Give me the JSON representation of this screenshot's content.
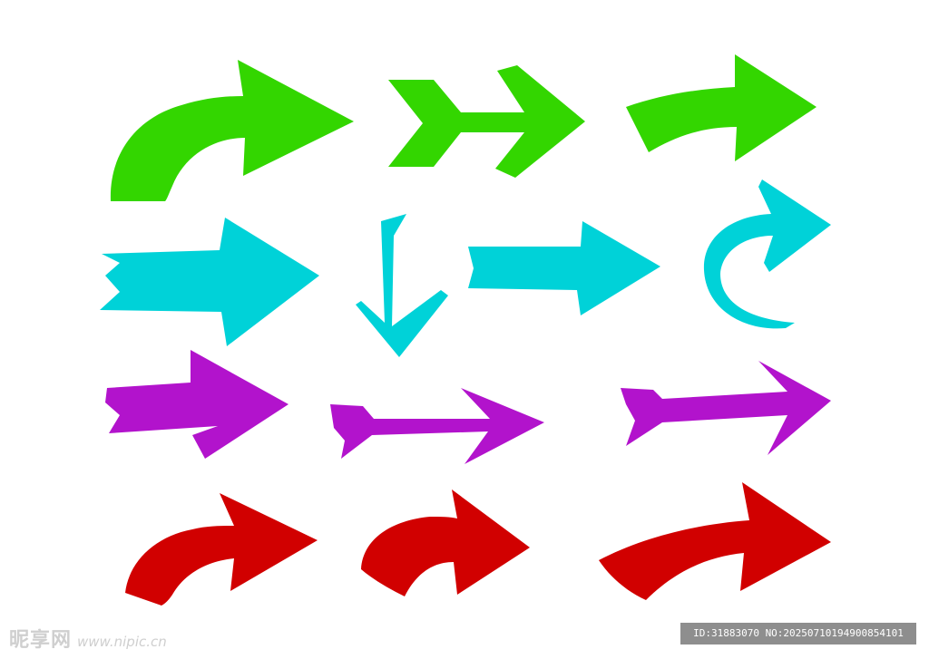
{
  "colors": {
    "green": "#33d600",
    "cyan": "#00d2d8",
    "purple": "#b213cc",
    "red": "#d10000",
    "background": "#ffffff"
  },
  "arrows": [
    {
      "row": 1,
      "col": 1,
      "color": "green",
      "icon": "curved-arrow-right-icon"
    },
    {
      "row": 1,
      "col": 2,
      "color": "green",
      "icon": "fletched-arrow-right-icon"
    },
    {
      "row": 1,
      "col": 3,
      "color": "green",
      "icon": "broad-arrow-right-icon"
    },
    {
      "row": 2,
      "col": 1,
      "color": "cyan",
      "icon": "brush-arrow-right-icon"
    },
    {
      "row": 2,
      "col": 2,
      "color": "cyan",
      "icon": "arrow-down-icon"
    },
    {
      "row": 2,
      "col": 3,
      "color": "cyan",
      "icon": "block-arrow-right-icon"
    },
    {
      "row": 2,
      "col": 4,
      "color": "cyan",
      "icon": "circular-arrow-icon"
    },
    {
      "row": 3,
      "col": 1,
      "color": "purple",
      "icon": "brush-arrow-right-icon"
    },
    {
      "row": 3,
      "col": 2,
      "color": "purple",
      "icon": "long-arrow-right-icon"
    },
    {
      "row": 3,
      "col": 3,
      "color": "purple",
      "icon": "long-arrow-right-icon"
    },
    {
      "row": 4,
      "col": 1,
      "color": "red",
      "icon": "curved-arrow-right-icon"
    },
    {
      "row": 4,
      "col": 2,
      "color": "red",
      "icon": "curved-arrow-right-icon"
    },
    {
      "row": 4,
      "col": 3,
      "color": "red",
      "icon": "swoosh-arrow-right-icon"
    }
  ],
  "watermark": {
    "site_name": "昵享网",
    "site_url": "www.nipic.cn",
    "image_id": "ID:31883070 NO:20250710194900854101"
  }
}
